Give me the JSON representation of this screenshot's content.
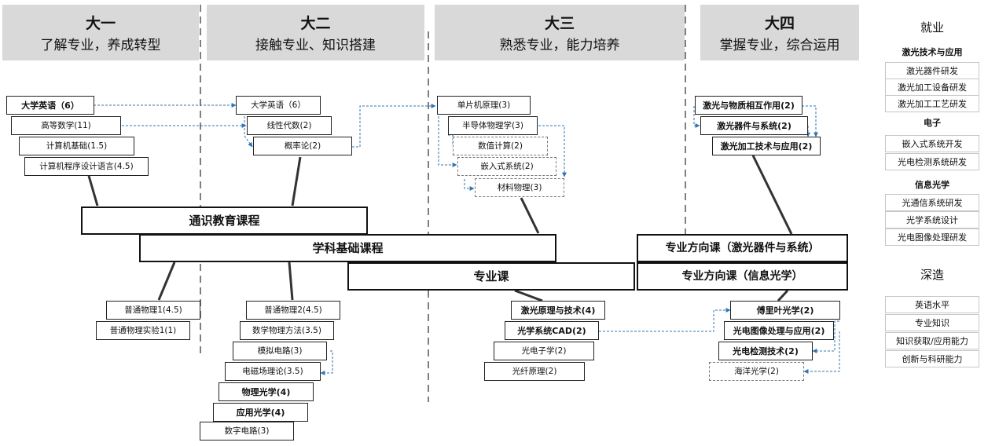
{
  "years": [
    {
      "title": "大一",
      "subtitle": "了解专业，养成转型"
    },
    {
      "title": "大二",
      "subtitle": "接触专业、知识搭建"
    },
    {
      "title": "大三",
      "subtitle": "熟悉专业，能力培养"
    },
    {
      "title": "大四",
      "subtitle": "掌握专业，综合运用"
    }
  ],
  "categories": {
    "general": "通识教育课程",
    "foundation": "学科基础课程",
    "major": "专业课",
    "direction_laser": "专业方向课（激光器件与系统）",
    "direction_info": "专业方向课（信息光学）"
  },
  "courses": {
    "y1_english": "大学英语（6）",
    "y1_math": "高等数学(11)",
    "y1_cs": "计算机基础(1.5)",
    "y1_prog": "计算机程序设计语言(4.5)",
    "y1_phys": "普通物理1(4.5)",
    "y1_physlab": "普通物理实验1(1)",
    "y2_english": "大学英语（6）",
    "y2_linalg": "线性代数(2)",
    "y2_prob": "概率论(2)",
    "y2_phys2": "普通物理2(4.5)",
    "y2_mathphys": "数学物理方法(3.5)",
    "y2_analog": "模拟电路(3)",
    "y2_em": "电磁场理论(3.5)",
    "y2_physopt": "物理光学(4)",
    "y2_appopt": "应用光学(4)",
    "y2_digital": "数字电路(3)",
    "y3_mcu": "单片机原理(3)",
    "y3_semi": "半导体物理学(3)",
    "y3_numcalc": "数值计算(2)",
    "y3_embedded": "嵌入式系统(2)",
    "y3_material": "材料物理(3)",
    "y3_laserprin": "激光原理与技术(4)",
    "y3_optcad": "光学系统CAD(2)",
    "y3_optoelec": "光电子学(2)",
    "y3_fiber": "光纤原理(2)",
    "y4_laserint": "激光与物质相互作用(2)",
    "y4_laserdev": "激光器件与系统(2)",
    "y4_laserproc": "激光加工技术与应用(2)",
    "y4_fourier": "傅里叶光学(2)",
    "y4_imageproc": "光电图像处理与应用(2)",
    "y4_detect": "光电检测技术(2)",
    "y4_ocean": "海洋光学(2)"
  },
  "sidebar": {
    "employment_title": "就业",
    "groups": [
      {
        "title": "激光技术与应用",
        "items": [
          "激光器件研发",
          "激光加工设备研发",
          "激光加工工艺研发"
        ]
      },
      {
        "title": "电子",
        "items": [
          "嵌入式系统开发",
          "光电检测系统研发"
        ]
      },
      {
        "title": "信息光学",
        "items": [
          "光通信系统研发",
          "光学系统设计",
          "光电图像处理研发"
        ]
      }
    ],
    "study_title": "深造",
    "study_items": [
      "英语水平",
      "专业知识",
      "知识获取/应用能力",
      "创新与科研能力"
    ]
  },
  "colors": {
    "header_bg": "#d9d9d9",
    "arrow": "#2e75b6",
    "divider": "#7f7f7f"
  }
}
